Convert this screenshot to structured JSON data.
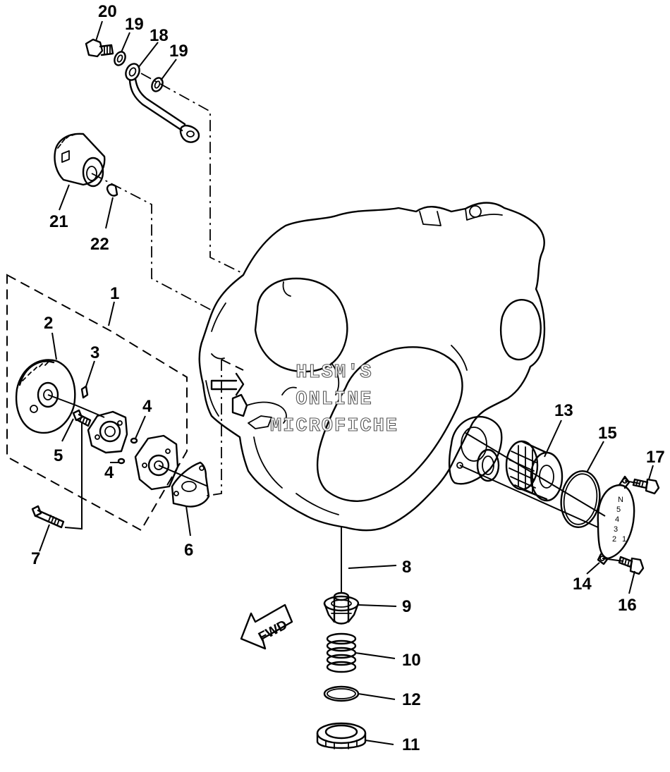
{
  "watermark": {
    "line1": "HLSM'S",
    "line2": "ONLINE",
    "line3": "MICROFICHE"
  },
  "fwd_label": "FWD",
  "cover_dial": {
    "marks": [
      "1",
      "2",
      "3",
      "4",
      "5",
      "N"
    ]
  },
  "callouts": [
    {
      "id": "p20",
      "label": "20"
    },
    {
      "id": "p19a",
      "label": "19"
    },
    {
      "id": "p18",
      "label": "18"
    },
    {
      "id": "p19b",
      "label": "19"
    },
    {
      "id": "p21",
      "label": "21"
    },
    {
      "id": "p22",
      "label": "22"
    },
    {
      "id": "p1",
      "label": "1"
    },
    {
      "id": "p2",
      "label": "2"
    },
    {
      "id": "p3",
      "label": "3"
    },
    {
      "id": "p4a",
      "label": "4"
    },
    {
      "id": "p5",
      "label": "5"
    },
    {
      "id": "p4b",
      "label": "4"
    },
    {
      "id": "p6",
      "label": "6"
    },
    {
      "id": "p7",
      "label": "7"
    },
    {
      "id": "p8",
      "label": "8"
    },
    {
      "id": "p9",
      "label": "9"
    },
    {
      "id": "p10",
      "label": "10"
    },
    {
      "id": "p12",
      "label": "12"
    },
    {
      "id": "p11",
      "label": "11"
    },
    {
      "id": "p13",
      "label": "13"
    },
    {
      "id": "p15",
      "label": "15"
    },
    {
      "id": "p17",
      "label": "17"
    },
    {
      "id": "p14",
      "label": "14"
    },
    {
      "id": "p16",
      "label": "16"
    }
  ]
}
